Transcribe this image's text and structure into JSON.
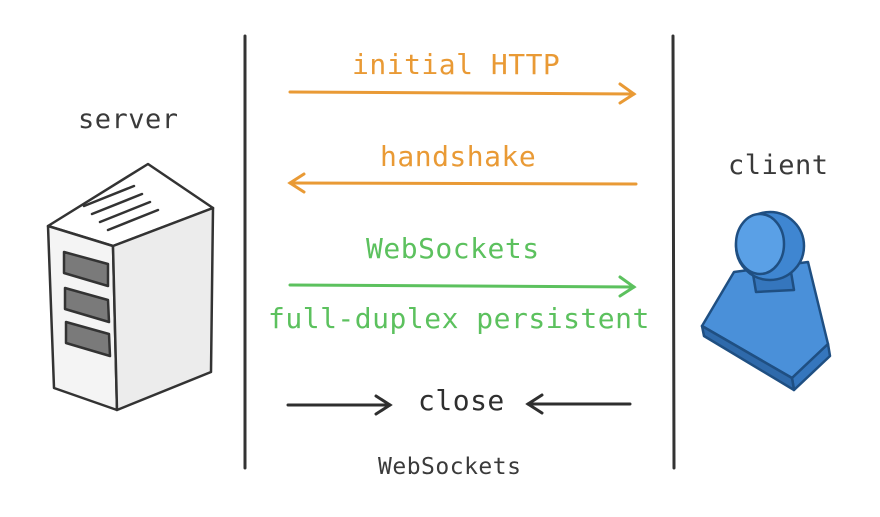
{
  "actors": {
    "server": "server",
    "client": "client"
  },
  "messages": {
    "initial": "initial HTTP",
    "handshake": "handshake",
    "websockets": "WebSockets",
    "duplex": "full-duplex persistent",
    "close": "close"
  },
  "footer": "WebSockets",
  "colors": {
    "http": "#e99a35",
    "websocket": "#5cc15e",
    "close": "#2f2f2f",
    "client_figure": "#4a90d9",
    "server_body": "#f4f4f4",
    "server_slots": "#7a7a7a"
  },
  "icons": {
    "server": "server-tower-icon",
    "client": "user-figure-icon"
  }
}
